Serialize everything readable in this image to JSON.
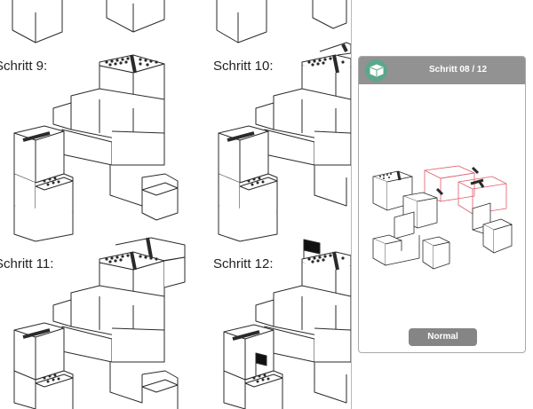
{
  "steps": {
    "s9": "Schritt 9:",
    "s10": "Schritt 10:",
    "s11": "Schritt 11:",
    "s12": "Schritt 12:"
  },
  "viewer": {
    "title": "Schritt 08 / 12",
    "icon": "brick-icon",
    "mode_button_label": "Normal"
  },
  "colors": {
    "viewer_header": "#929292",
    "icon_circle": "#5aa78b",
    "mode_button": "#858585",
    "highlight_outline": "#e05a6a"
  }
}
